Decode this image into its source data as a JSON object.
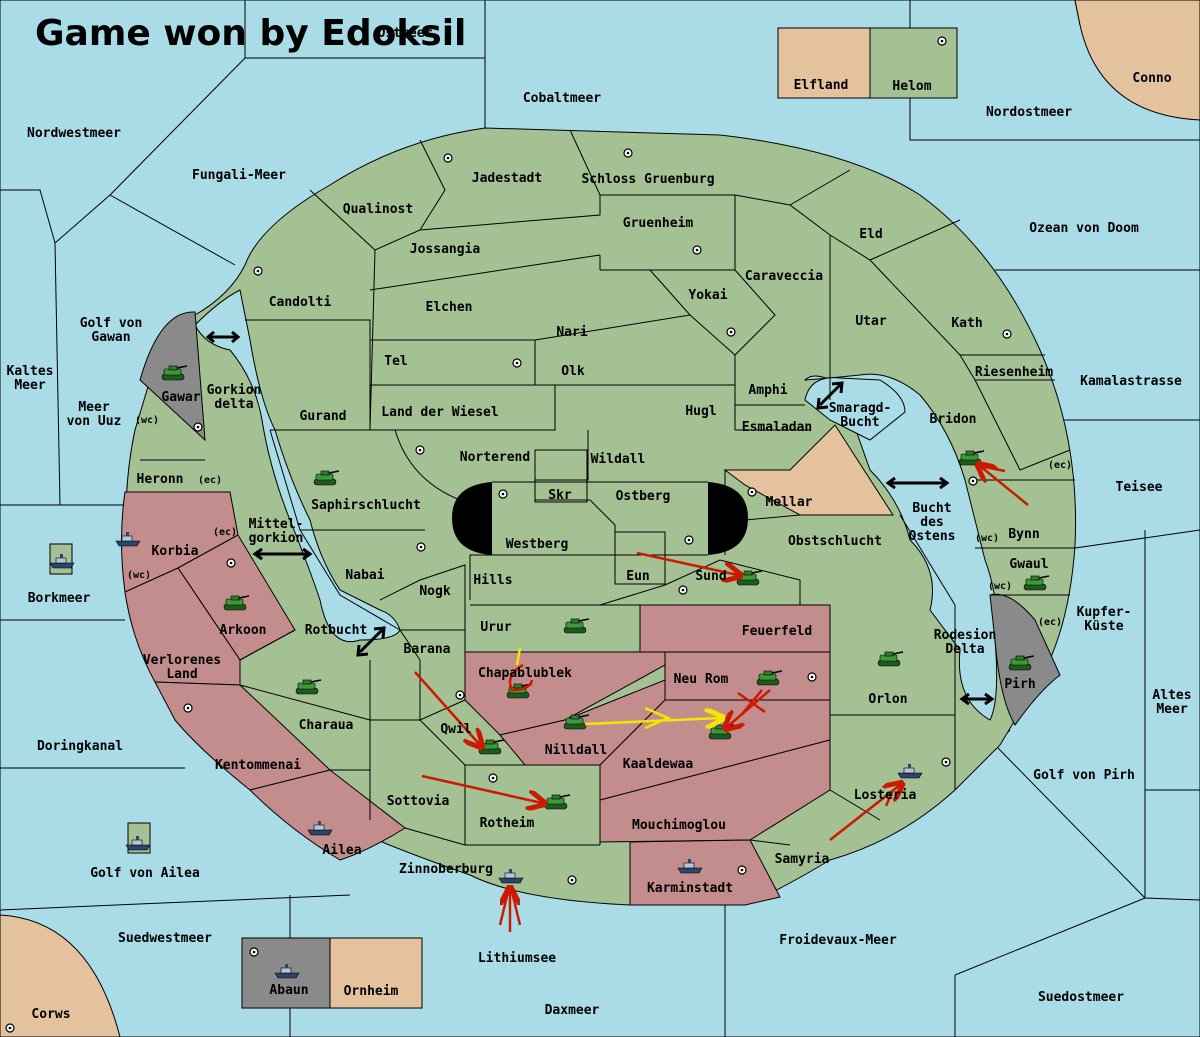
{
  "title": "Game won by Edoksil",
  "colors": {
    "sea": "#a9dce6",
    "land_green": "#a3c193",
    "land_red": "#c48d8d",
    "land_tan": "#e4c29d",
    "land_grey": "#8a8a8a",
    "move_order": "#cc1a00",
    "support_order": "#f0e800"
  },
  "legend": {
    "elfland": "Elfland",
    "helom": "Helom",
    "abaun": "Abaun",
    "ornheim": "Ornheim",
    "borkmeer": "Borkmeer",
    "golf_von_ailea": "Golf von Ailea"
  },
  "labels": {
    "conno": "Conno",
    "corws": "Corws",
    "nordwestmeer": "Nordwestmeer",
    "ostmeer": "Ostmeer",
    "cobaltmeer": "Cobaltmeer",
    "nordostmeer": "Nordostmeer",
    "fungali_meer": "Fungali-Meer",
    "ozean_von_doom": "Ozean von Doom",
    "golf_von_gawan": "Golf von\nGawan",
    "kaltes_meer": "Kaltes\nMeer",
    "meer_von_uuz": "Meer\nvon Uuz",
    "kamalastrasse": "Kamalastrasse",
    "teisee": "Teisee",
    "kupfer_kueste": "Kupfer-\nKüste",
    "altes_meer": "Altes\nMeer",
    "doringkanal": "Doringkanal",
    "golf_von_pirh": "Golf von Pirh",
    "suedwestmeer": "Suedwestmeer",
    "froidevaux_meer": "Froidevaux-Meer",
    "lithiumsee": "Lithiumsee",
    "daxmeer": "Daxmeer",
    "suedostmeer": "Suedostmeer",
    "mittelgorkion": "Mittel-\ngorkion",
    "gorkion_delta": "Gorkion\ndelta",
    "rotbucht": "Rotbucht",
    "smaragd_bucht": "Smaragd-\nBucht",
    "bucht_des_ostens": "Bucht\ndes\nOstens",
    "rodesion_delta": "Rodesion\nDelta",
    "jadestadt": "Jadestadt",
    "schloss_gruenburg": "Schloss Gruenburg",
    "qualinost": "Qualinost",
    "gruenheim": "Gruenheim",
    "eld": "Eld",
    "jossangia": "Jossangia",
    "caraveccia": "Caraveccia",
    "candolti": "Candolti",
    "elchen": "Elchen",
    "yokai": "Yokai",
    "utar": "Utar",
    "kath": "Kath",
    "nari": "Nari",
    "tel": "Tel",
    "olk": "Olk",
    "amphi": "Amphi",
    "riesenheim": "Riesenheim",
    "gawar": "Gawar",
    "gurand": "Gurand",
    "land_der_wiesel": "Land der Wiesel",
    "hugl": "Hugl",
    "bridon": "Bridon",
    "esmaladan": "Esmaladan",
    "norterend": "Norterend",
    "wildall": "Wildall",
    "heronn": "Heronn",
    "saphirschlucht": "Saphirschlucht",
    "skr": "Skr",
    "ostberg": "Ostberg",
    "mellar": "Mellar",
    "bynn": "Bynn",
    "westberg": "Westberg",
    "obstschlucht": "Obstschlucht",
    "korbia": "Korbia",
    "nabai": "Nabai",
    "hills": "Hills",
    "eun": "Eun",
    "sund": "Sund",
    "gwaul": "Gwaul",
    "nogk": "Nogk",
    "arkoon": "Arkoon",
    "urur": "Urur",
    "feuerfeld": "Feuerfeld",
    "verlorenes_land": "Verlorenes\nLand",
    "barana": "Barana",
    "chapablublek": "Chapablublek",
    "neu_rom": "Neu Rom",
    "orlon": "Orlon",
    "pirh": "Pirh",
    "charaua": "Charaua",
    "qwil": "Qwil",
    "nilldall": "Nilldall",
    "kaaldewaa": "Kaaldewaa",
    "kentommenai": "Kentommenai",
    "sottovia": "Sottovia",
    "losteria": "Losteria",
    "rotheim": "Rotheim",
    "mouchimoglou": "Mouchimoglou",
    "ailea": "Ailea",
    "samyria": "Samyria",
    "zinnoberburg": "Zinnoberburg",
    "karminstadt": "Karminstadt",
    "coast_wc": "(wc)",
    "coast_ec": "(ec)"
  }
}
